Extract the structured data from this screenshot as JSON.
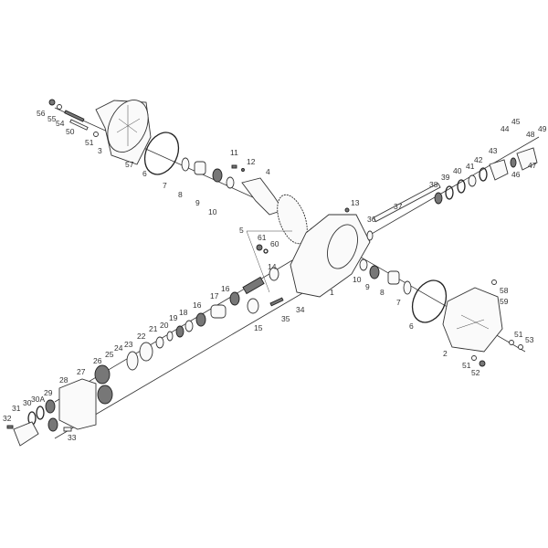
{
  "diagram": {
    "title": "Exploded parts view",
    "labels": {
      "p1": "1",
      "p2": "2",
      "p3": "3",
      "p4": "4",
      "p5": "5",
      "p6a": "6",
      "p6b": "6",
      "p7a": "7",
      "p7b": "7",
      "p8a": "8",
      "p8b": "8",
      "p9a": "9",
      "p9b": "9",
      "p10a": "10",
      "p10b": "10",
      "p11": "11",
      "p12": "12",
      "p13": "13",
      "p14": "14",
      "p15": "15",
      "p16a": "16",
      "p16b": "16",
      "p17": "17",
      "p18": "18",
      "p19": "19",
      "p20": "20",
      "p21": "21",
      "p22": "22",
      "p23": "23",
      "p24": "24",
      "p25": "25",
      "p26": "26",
      "p27": "27",
      "p28": "28",
      "p29": "29",
      "p30": "30",
      "p30A": "30A",
      "p31": "31",
      "p32": "32",
      "p33": "33",
      "p34": "34",
      "p35": "35",
      "p36": "36",
      "p37": "37",
      "p38": "38",
      "p39": "39",
      "p40": "40",
      "p41": "41",
      "p42": "42",
      "p43": "43",
      "p44": "44",
      "p45": "45",
      "p46": "46",
      "p47": "47",
      "p48": "48",
      "p49": "49",
      "p50": "50",
      "p51a": "51",
      "p51b": "51",
      "p51c": "51",
      "p52": "52",
      "p53": "53",
      "p54": "54",
      "p55": "55",
      "p56": "56",
      "p57": "57",
      "p58": "58",
      "p59": "59",
      "p60": "60",
      "p61": "61"
    }
  }
}
